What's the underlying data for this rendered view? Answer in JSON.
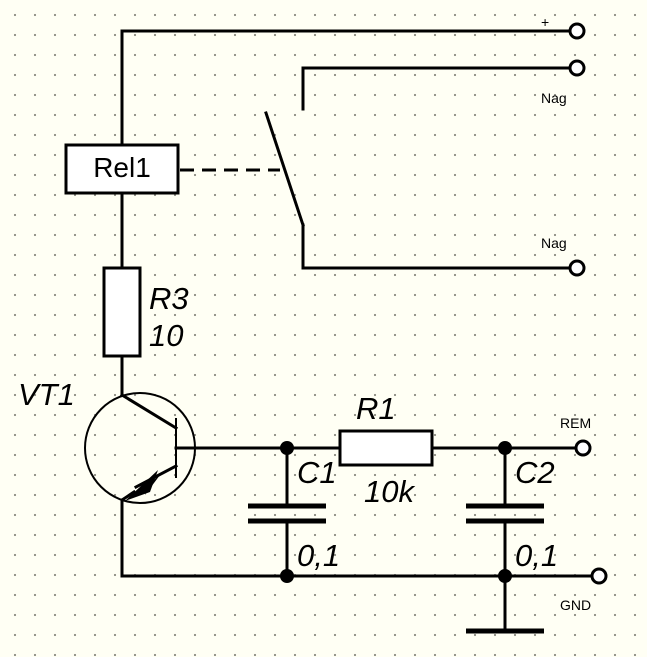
{
  "relay": {
    "label": "Rel1"
  },
  "resistor_r3": {
    "name": "R3",
    "value": "10"
  },
  "resistor_r1": {
    "name": "R1",
    "value": "10k"
  },
  "transistor": {
    "name": "VT1"
  },
  "capacitor_c1": {
    "name": "C1",
    "value": "0,1"
  },
  "capacitor_c2": {
    "name": "C2",
    "value": "0,1"
  },
  "terminals": {
    "plus": "+",
    "nag_top": "Nag",
    "nag_bottom": "Nag",
    "rem": "REM",
    "gnd": "GND"
  },
  "colors": {
    "background": "#fffff4",
    "grid_dot": "#8a8a80",
    "ink": "#000000"
  }
}
